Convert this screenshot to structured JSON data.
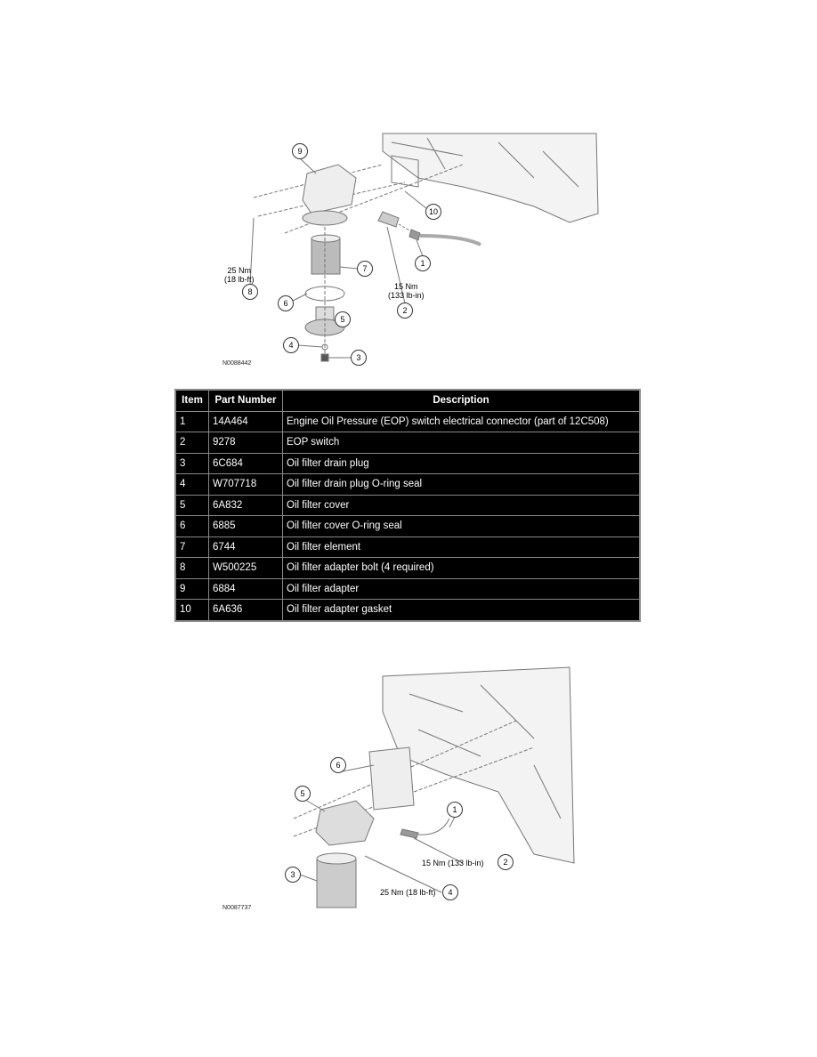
{
  "figure1": {
    "id": "N0088442",
    "callouts": [
      "1",
      "2",
      "3",
      "4",
      "5",
      "6",
      "7",
      "8",
      "9",
      "10"
    ],
    "torque_8": [
      "25 Nm",
      "(18 lb-ft)"
    ],
    "torque_2": [
      "15 Nm",
      "(133 lb-in)"
    ]
  },
  "table": {
    "headers": [
      "Item",
      "Part Number",
      "Description"
    ],
    "rows": [
      [
        "1",
        "14A464",
        "Engine Oil Pressure (EOP) switch electrical connector (part of 12C508)"
      ],
      [
        "2",
        "9278",
        "EOP switch"
      ],
      [
        "3",
        "6C684",
        "Oil filter drain plug"
      ],
      [
        "4",
        "W707718",
        "Oil filter drain plug O-ring seal"
      ],
      [
        "5",
        "6A832",
        "Oil filter cover"
      ],
      [
        "6",
        "6885",
        "Oil filter cover O-ring seal"
      ],
      [
        "7",
        "6744",
        "Oil filter element"
      ],
      [
        "8",
        "W500225",
        "Oil filter adapter bolt (4 required)"
      ],
      [
        "9",
        "6884",
        "Oil filter adapter"
      ],
      [
        "10",
        "6A636",
        "Oil filter adapter gasket"
      ]
    ]
  },
  "figure2": {
    "id": "N0087737",
    "callouts": [
      "1",
      "2",
      "3",
      "4",
      "5",
      "6"
    ],
    "torque_2": "15 Nm (133 lb-in)",
    "torque_4": "25 Nm (18 lb-ft)"
  }
}
